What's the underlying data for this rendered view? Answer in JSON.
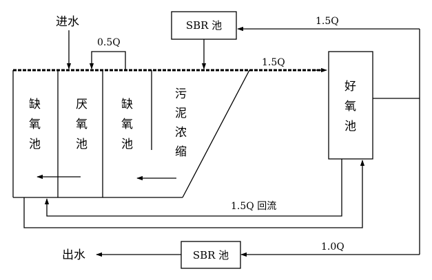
{
  "labels": {
    "inlet": "进水",
    "recycle_top": "0.5Q",
    "sbr_top": "SBR 池",
    "flow_top_right": "1.5Q",
    "flow_main": "1.5Q",
    "return_flow": "1.5Q 回流",
    "flow_bottom": "1.0Q",
    "sbr_bottom": "SBR 池",
    "outlet": "出水"
  },
  "tanks": {
    "anoxic1": [
      "缺",
      "氧",
      "池"
    ],
    "anaerobic": [
      "厌",
      "氧",
      "池"
    ],
    "anoxic2": [
      "缺",
      "氧",
      "池"
    ],
    "thickener": [
      "污",
      "泥",
      "浓",
      "缩"
    ],
    "aerobic": [
      "好",
      "氧",
      "池"
    ]
  }
}
